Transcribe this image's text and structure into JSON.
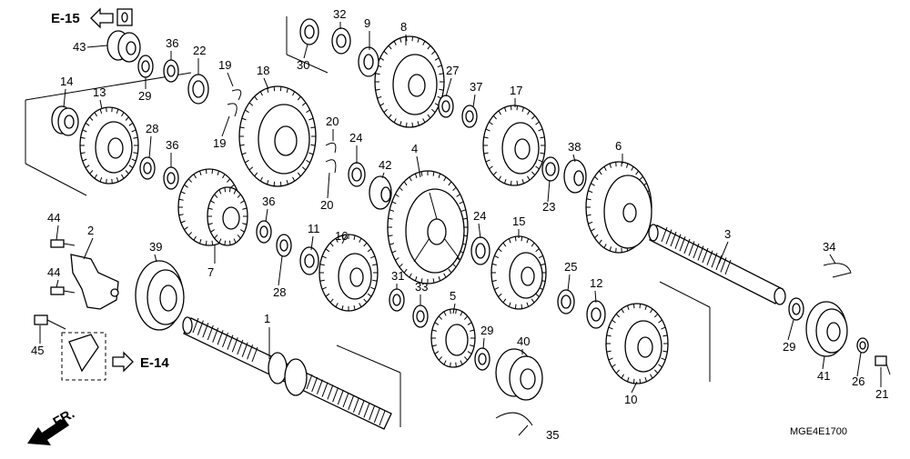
{
  "diagram": {
    "code": "MGE4E1700",
    "refs": {
      "upper": "E-15",
      "lower": "E-14",
      "front": "FR."
    },
    "labels": [
      "1",
      "2",
      "3",
      "4",
      "5",
      "6",
      "7",
      "8",
      "9",
      "10",
      "11",
      "12",
      "13",
      "14",
      "15",
      "16",
      "17",
      "18",
      "19",
      "19",
      "20",
      "20",
      "21",
      "22",
      "23",
      "24",
      "24",
      "25",
      "26",
      "27",
      "28",
      "28",
      "29",
      "29",
      "29",
      "30",
      "31",
      "32",
      "33",
      "34",
      "35",
      "36",
      "36",
      "36",
      "37",
      "38",
      "39",
      "40",
      "41",
      "42",
      "43",
      "44",
      "44",
      "45"
    ]
  }
}
